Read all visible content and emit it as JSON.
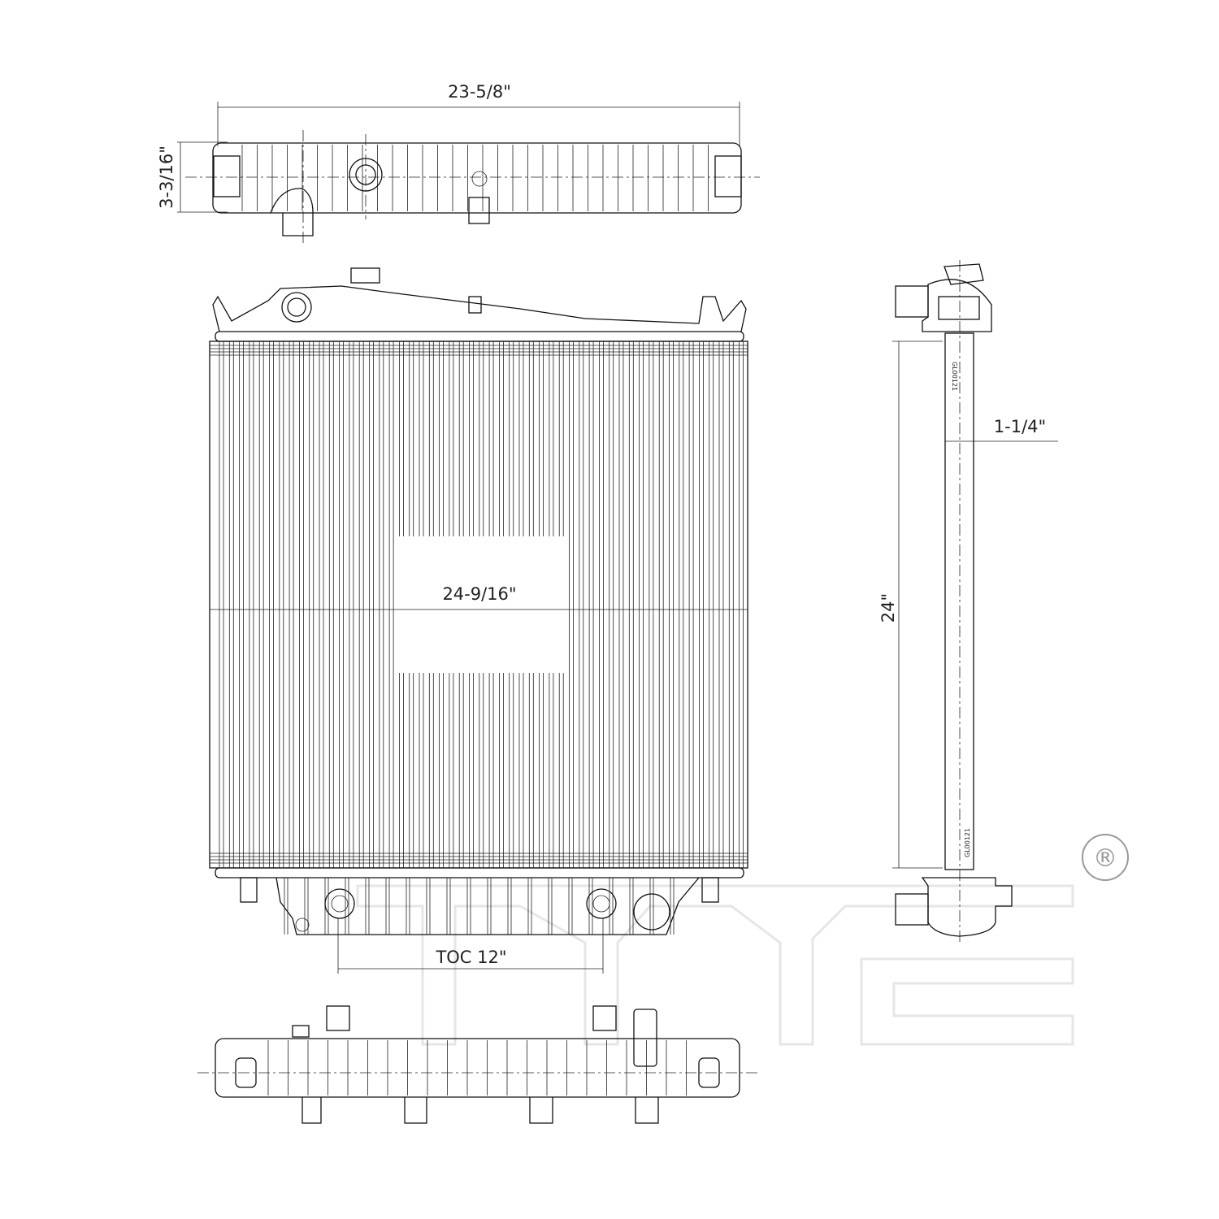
{
  "dimensions": {
    "top_width": "23-5/8\"",
    "tank_depth": "3-3/16\"",
    "core_width": "24-9/16\"",
    "core_thickness": "1-1/4\"",
    "core_height": "24\"",
    "outlet_spacing": "TOC 12\""
  },
  "part_code": "GL00121",
  "logo": {
    "text": "TYC",
    "registered_mark": "®"
  },
  "colors": {
    "line": "#111111",
    "watermark": "#eeeeee"
  }
}
